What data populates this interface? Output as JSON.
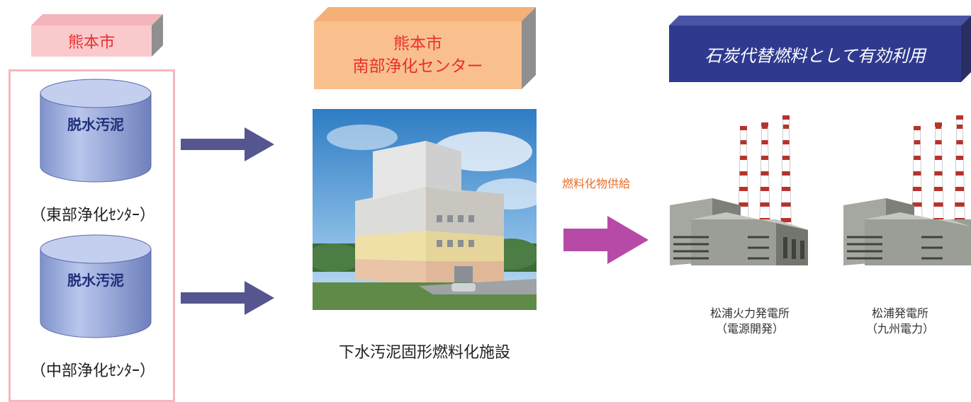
{
  "left_header": {
    "label": "熊本市"
  },
  "center_header": {
    "line1": "熊本市",
    "line2": "南部浄化センター"
  },
  "right_header": {
    "label": "石炭代替燃料として有効利用"
  },
  "sources": [
    {
      "label": "脱水汚泥",
      "caption": "（東部浄化ｾﾝﾀｰ）"
    },
    {
      "label": "脱水汚泥",
      "caption": "（中部浄化ｾﾝﾀｰ）"
    }
  ],
  "facility": {
    "caption": "下水汚泥固形燃料化施設"
  },
  "supply_arrow": {
    "label": "燃料化物供給"
  },
  "plants": [
    {
      "name": "松浦火力発電所",
      "owner": "（電源開発）"
    },
    {
      "name": "松浦発電所",
      "owner": "（九州電力）"
    }
  ],
  "colors": {
    "left_header_bg": "#f9c9cc",
    "left_header_text": "#e8302f",
    "center_header_bg": "#f9c08d",
    "center_header_text": "#e8302f",
    "right_header_bg": "#2f3a8f",
    "source_border": "#f4b8bd",
    "blue_arrow": "#55568f",
    "magenta_arrow": "#b64aa6",
    "supply_label": "#e6702a"
  }
}
